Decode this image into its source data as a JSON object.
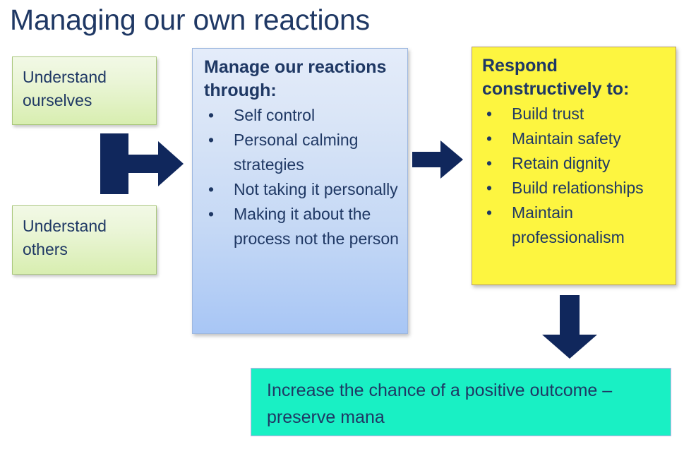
{
  "slide": {
    "title": "Managing our own reactions",
    "accent_navy": "#1f3864",
    "arrow_navy": "#10275c"
  },
  "green_boxes": [
    {
      "text": "Understand ourselves",
      "bg": "#e3f3c6"
    },
    {
      "text": "Understand others",
      "bg": "#e3f3c6"
    }
  ],
  "blue_box": {
    "heading": "Manage our reactions through:",
    "bg": "#c6d9f5",
    "bullet_glyph": "•",
    "bullets": [
      "Self control",
      "Personal calming strategies",
      "Not taking it personally",
      "Making it about the process not the person"
    ]
  },
  "yellow_box": {
    "heading": "Respond constructively to:",
    "bg": "#fdf540",
    "bullet_glyph": "•",
    "bullets": [
      "Build trust",
      "Maintain safety",
      "Retain dignity",
      "Build relationships",
      "Maintain professionalism"
    ]
  },
  "teal_box": {
    "text": "Increase the chance of a positive outcome – preserve mana",
    "bg": "#19f0c4"
  },
  "arrows": [
    {
      "name": "block-right-arrow",
      "direction": "right"
    },
    {
      "name": "right-arrow",
      "direction": "right"
    },
    {
      "name": "down-arrow",
      "direction": "down"
    }
  ]
}
